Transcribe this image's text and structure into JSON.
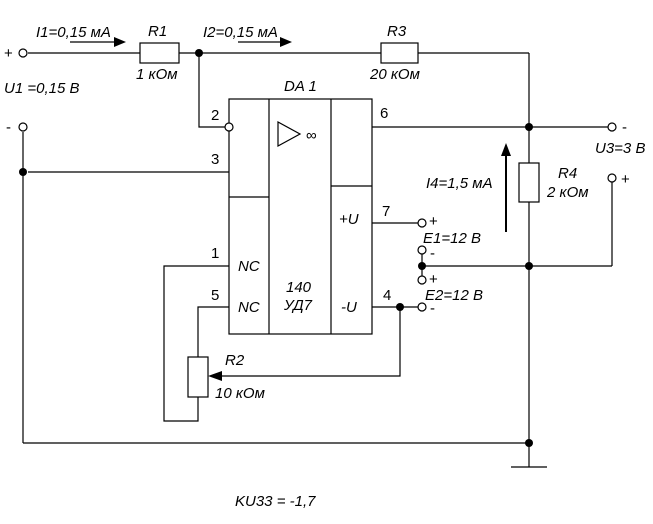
{
  "labels": {
    "i1": "I1=0,15 мА",
    "i2": "I2=0,15 мА",
    "r1": "R1",
    "r1_value": "1 кОм",
    "r3": "R3",
    "r3_value": "20 кОм",
    "da": "DA 1",
    "u1": "U1 =0,15 В",
    "u3": "U3=3 В",
    "i4": "I4=1,5 мА",
    "r4": "R4",
    "r4_value": "2 кОм",
    "e1": "E1=12 В",
    "e2": "E2=12 В",
    "nc1": "NC",
    "nc2": "NC",
    "plus_u": "+U",
    "minus_u": "-U",
    "chip_line1": "140",
    "chip_line2": "УД7",
    "amp_symbol": "∞",
    "r2": "R2",
    "r2_value": "10 кОм",
    "gain": "KU33 = -1,7"
  },
  "pins": [
    "1",
    "2",
    "3",
    "4",
    "5",
    "6",
    "7"
  ],
  "signs": {
    "input_plus": "+",
    "input_minus": "-",
    "out_minus": "-",
    "out_plus": "+",
    "e1_plus": "+",
    "e1_minus": "-",
    "e2_plus": "+",
    "e2_minus": "-"
  }
}
